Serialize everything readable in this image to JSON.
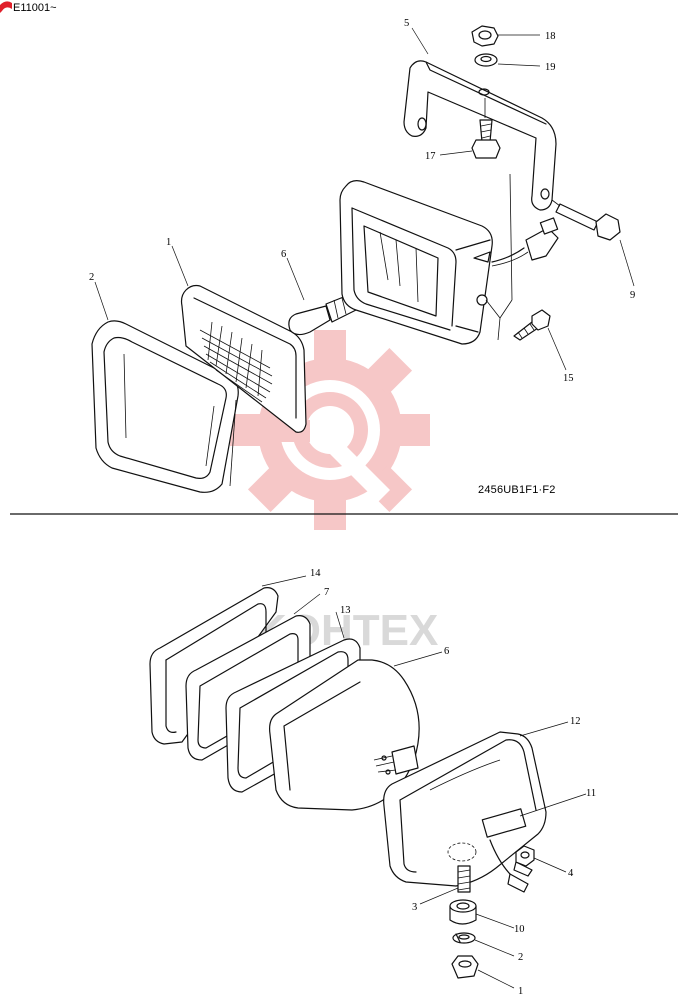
{
  "header": {
    "serial_range": "E11001~",
    "accent": "#e0202b"
  },
  "drawing_code": "2456UB1F1·F2",
  "watermark": {
    "text": "KOHTEX",
    "gear_color": "#f6c7c7",
    "text_color": "#d9d9d9"
  },
  "top_assembly": {
    "callouts": [
      "1",
      "2",
      "5",
      "6",
      "9",
      "15",
      "17",
      "18",
      "19"
    ]
  },
  "bottom_assembly": {
    "callouts": [
      "14",
      "7",
      "13",
      "6",
      "12",
      "11",
      "4",
      "3",
      "10",
      "2",
      "1"
    ]
  }
}
